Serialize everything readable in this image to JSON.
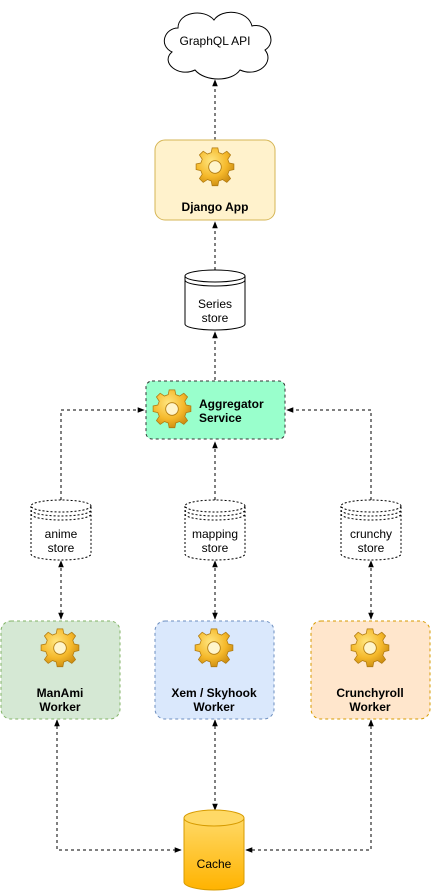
{
  "nodes": {
    "graphql": {
      "label": "GraphQL API"
    },
    "django": {
      "label": "Django App",
      "fill": "#fff2cc",
      "stroke": "#d6b656"
    },
    "series_store": {
      "line1": "Series",
      "line2": "store"
    },
    "aggregator": {
      "line1": "Aggregator",
      "line2": "Service",
      "fill": "#99ffcc",
      "stroke": "#333333"
    },
    "anime_store": {
      "line1": "anime",
      "line2": "store"
    },
    "mapping_store": {
      "line1": "mapping",
      "line2": "store"
    },
    "crunchy_store": {
      "line1": "crunchy",
      "line2": "store"
    },
    "manami": {
      "line1": "ManAmi",
      "line2": "Worker",
      "fill": "#d5e8d4",
      "stroke": "#82b366"
    },
    "xem": {
      "line1": "Xem / Skyhook",
      "line2": "Worker",
      "fill": "#dae8fc",
      "stroke": "#6c8ebf"
    },
    "crunchyroll": {
      "line1": "Crunchyroll",
      "line2": "Worker",
      "fill": "#ffe6cc",
      "stroke": "#d79b00"
    },
    "cache": {
      "label": "Cache",
      "fill": "#ffcd28",
      "stroke": "#d79b00"
    }
  },
  "icons": [
    "gear-icon"
  ]
}
